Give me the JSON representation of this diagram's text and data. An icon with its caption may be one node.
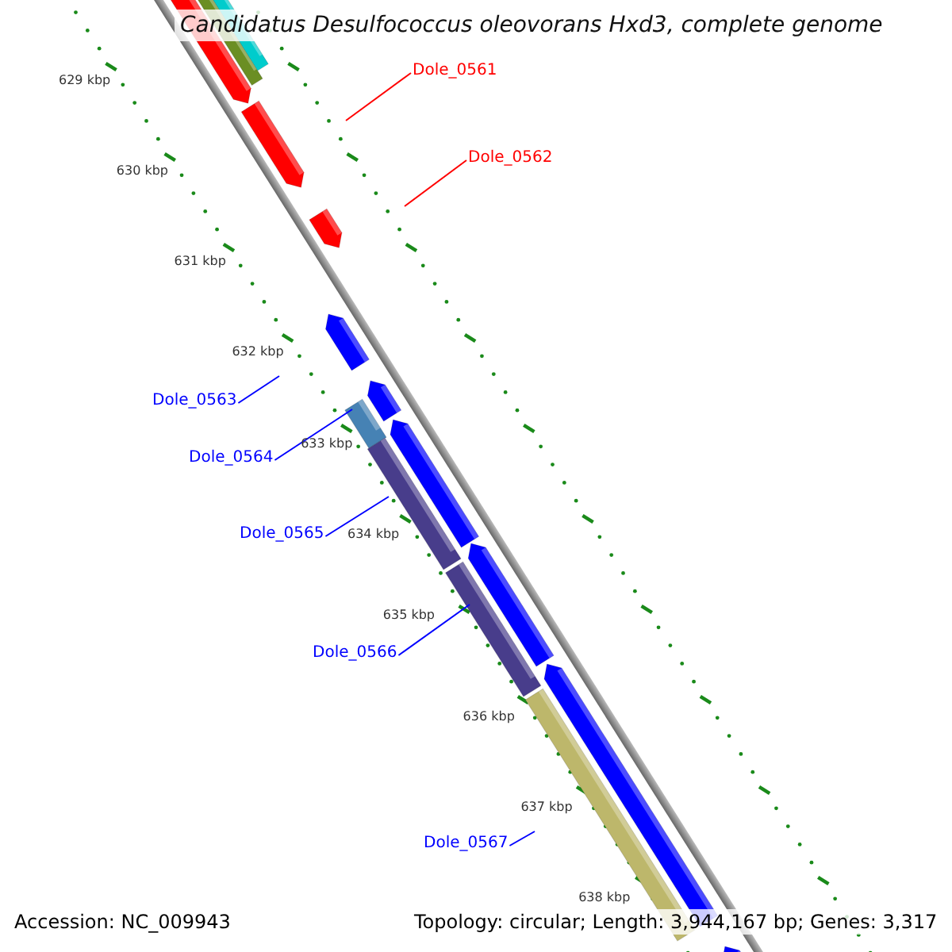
{
  "diagram": {
    "title": "Candidatus Desulfococcus oleovorans Hxd3, complete genome",
    "nodes": [
      {
        "text": [
          "Dole_0561"
        ]
      },
      {
        "text": [
          "Dole_0562"
        ]
      },
      {
        "text": [
          "Dole_0563"
        ]
      },
      {
        "text": [
          "Dole_0564"
        ]
      },
      {
        "text": [
          "Dole_0565"
        ]
      },
      {
        "text": [
          "Dole_0566"
        ]
      },
      {
        "text": [
          "Dole_0567"
        ]
      }
    ],
    "edges": [
      {
        "from": 0,
        "to": null,
        "arrow": "none",
        "color": "#ff0000"
      },
      {
        "from": 1,
        "to": null,
        "arrow": "none",
        "color": "#ff0000"
      },
      {
        "from": 2,
        "to": null,
        "arrow": "none"
      },
      {
        "from": 3,
        "to": null,
        "arrow": "none"
      },
      {
        "from": 4,
        "to": null,
        "arrow": "none"
      },
      {
        "from": 5,
        "to": null,
        "arrow": "none"
      },
      {
        "from": 6,
        "to": null,
        "arrow": "none"
      }
    ],
    "labels": [
      "629 kbp",
      "630 kbp",
      "631 kbp",
      "632 kbp",
      "633 kbp",
      "634 kbp",
      "635 kbp",
      "636 kbp",
      "637 kbp",
      "638 kbp",
      "Accession: NC_009943",
      "Topology: circular; Length: 3,944,167 bp; Genes: 3,317"
    ]
  }
}
